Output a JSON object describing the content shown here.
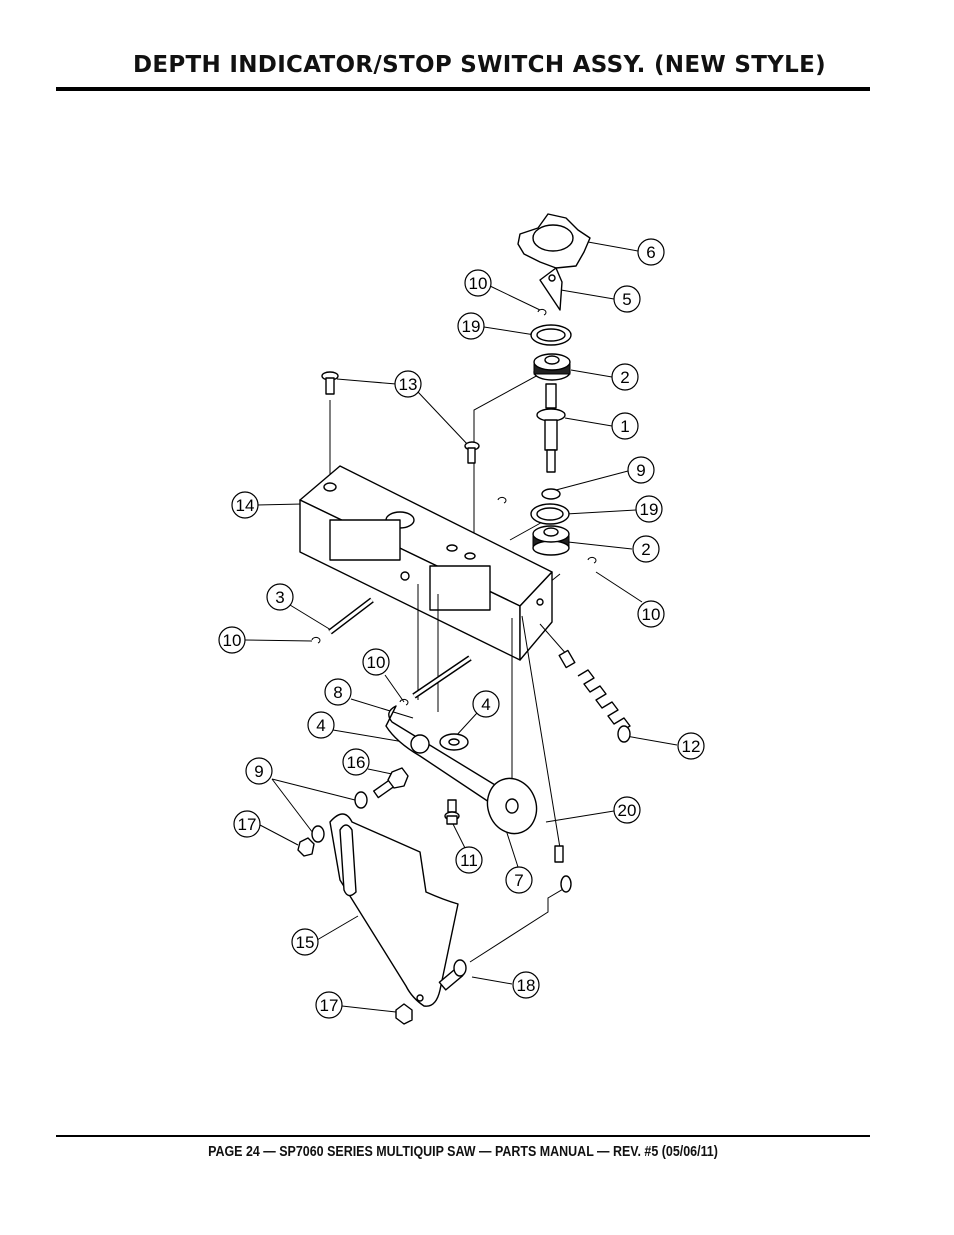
{
  "header": {
    "title": "DEPTH INDICATOR/STOP SWITCH ASSY. (NEW STYLE)"
  },
  "footer": {
    "text": "PAGE 24 — SP7060 SERIES MULTIQUIP SAW — PARTS MANUAL — REV. #5 (05/06/11)"
  },
  "callouts": [
    {
      "id": "c6",
      "label": "6"
    },
    {
      "id": "c10a",
      "label": "10"
    },
    {
      "id": "c5",
      "label": "5"
    },
    {
      "id": "c19a",
      "label": "19"
    },
    {
      "id": "c2a",
      "label": "2"
    },
    {
      "id": "c13",
      "label": "13"
    },
    {
      "id": "c1",
      "label": "1"
    },
    {
      "id": "c9a",
      "label": "9"
    },
    {
      "id": "c14",
      "label": "14"
    },
    {
      "id": "c19b",
      "label": "19"
    },
    {
      "id": "c2b",
      "label": "2"
    },
    {
      "id": "c3",
      "label": "3"
    },
    {
      "id": "c10b",
      "label": "10"
    },
    {
      "id": "c10c",
      "label": "10"
    },
    {
      "id": "c10d",
      "label": "10"
    },
    {
      "id": "c8",
      "label": "8"
    },
    {
      "id": "c4a",
      "label": "4"
    },
    {
      "id": "c4b",
      "label": "4"
    },
    {
      "id": "c12",
      "label": "12"
    },
    {
      "id": "c9b",
      "label": "9"
    },
    {
      "id": "c16",
      "label": "16"
    },
    {
      "id": "c20",
      "label": "20"
    },
    {
      "id": "c17a",
      "label": "17"
    },
    {
      "id": "c11",
      "label": "11"
    },
    {
      "id": "c7",
      "label": "7"
    },
    {
      "id": "c15",
      "label": "15"
    },
    {
      "id": "c18",
      "label": "18"
    },
    {
      "id": "c17b",
      "label": "17"
    }
  ]
}
